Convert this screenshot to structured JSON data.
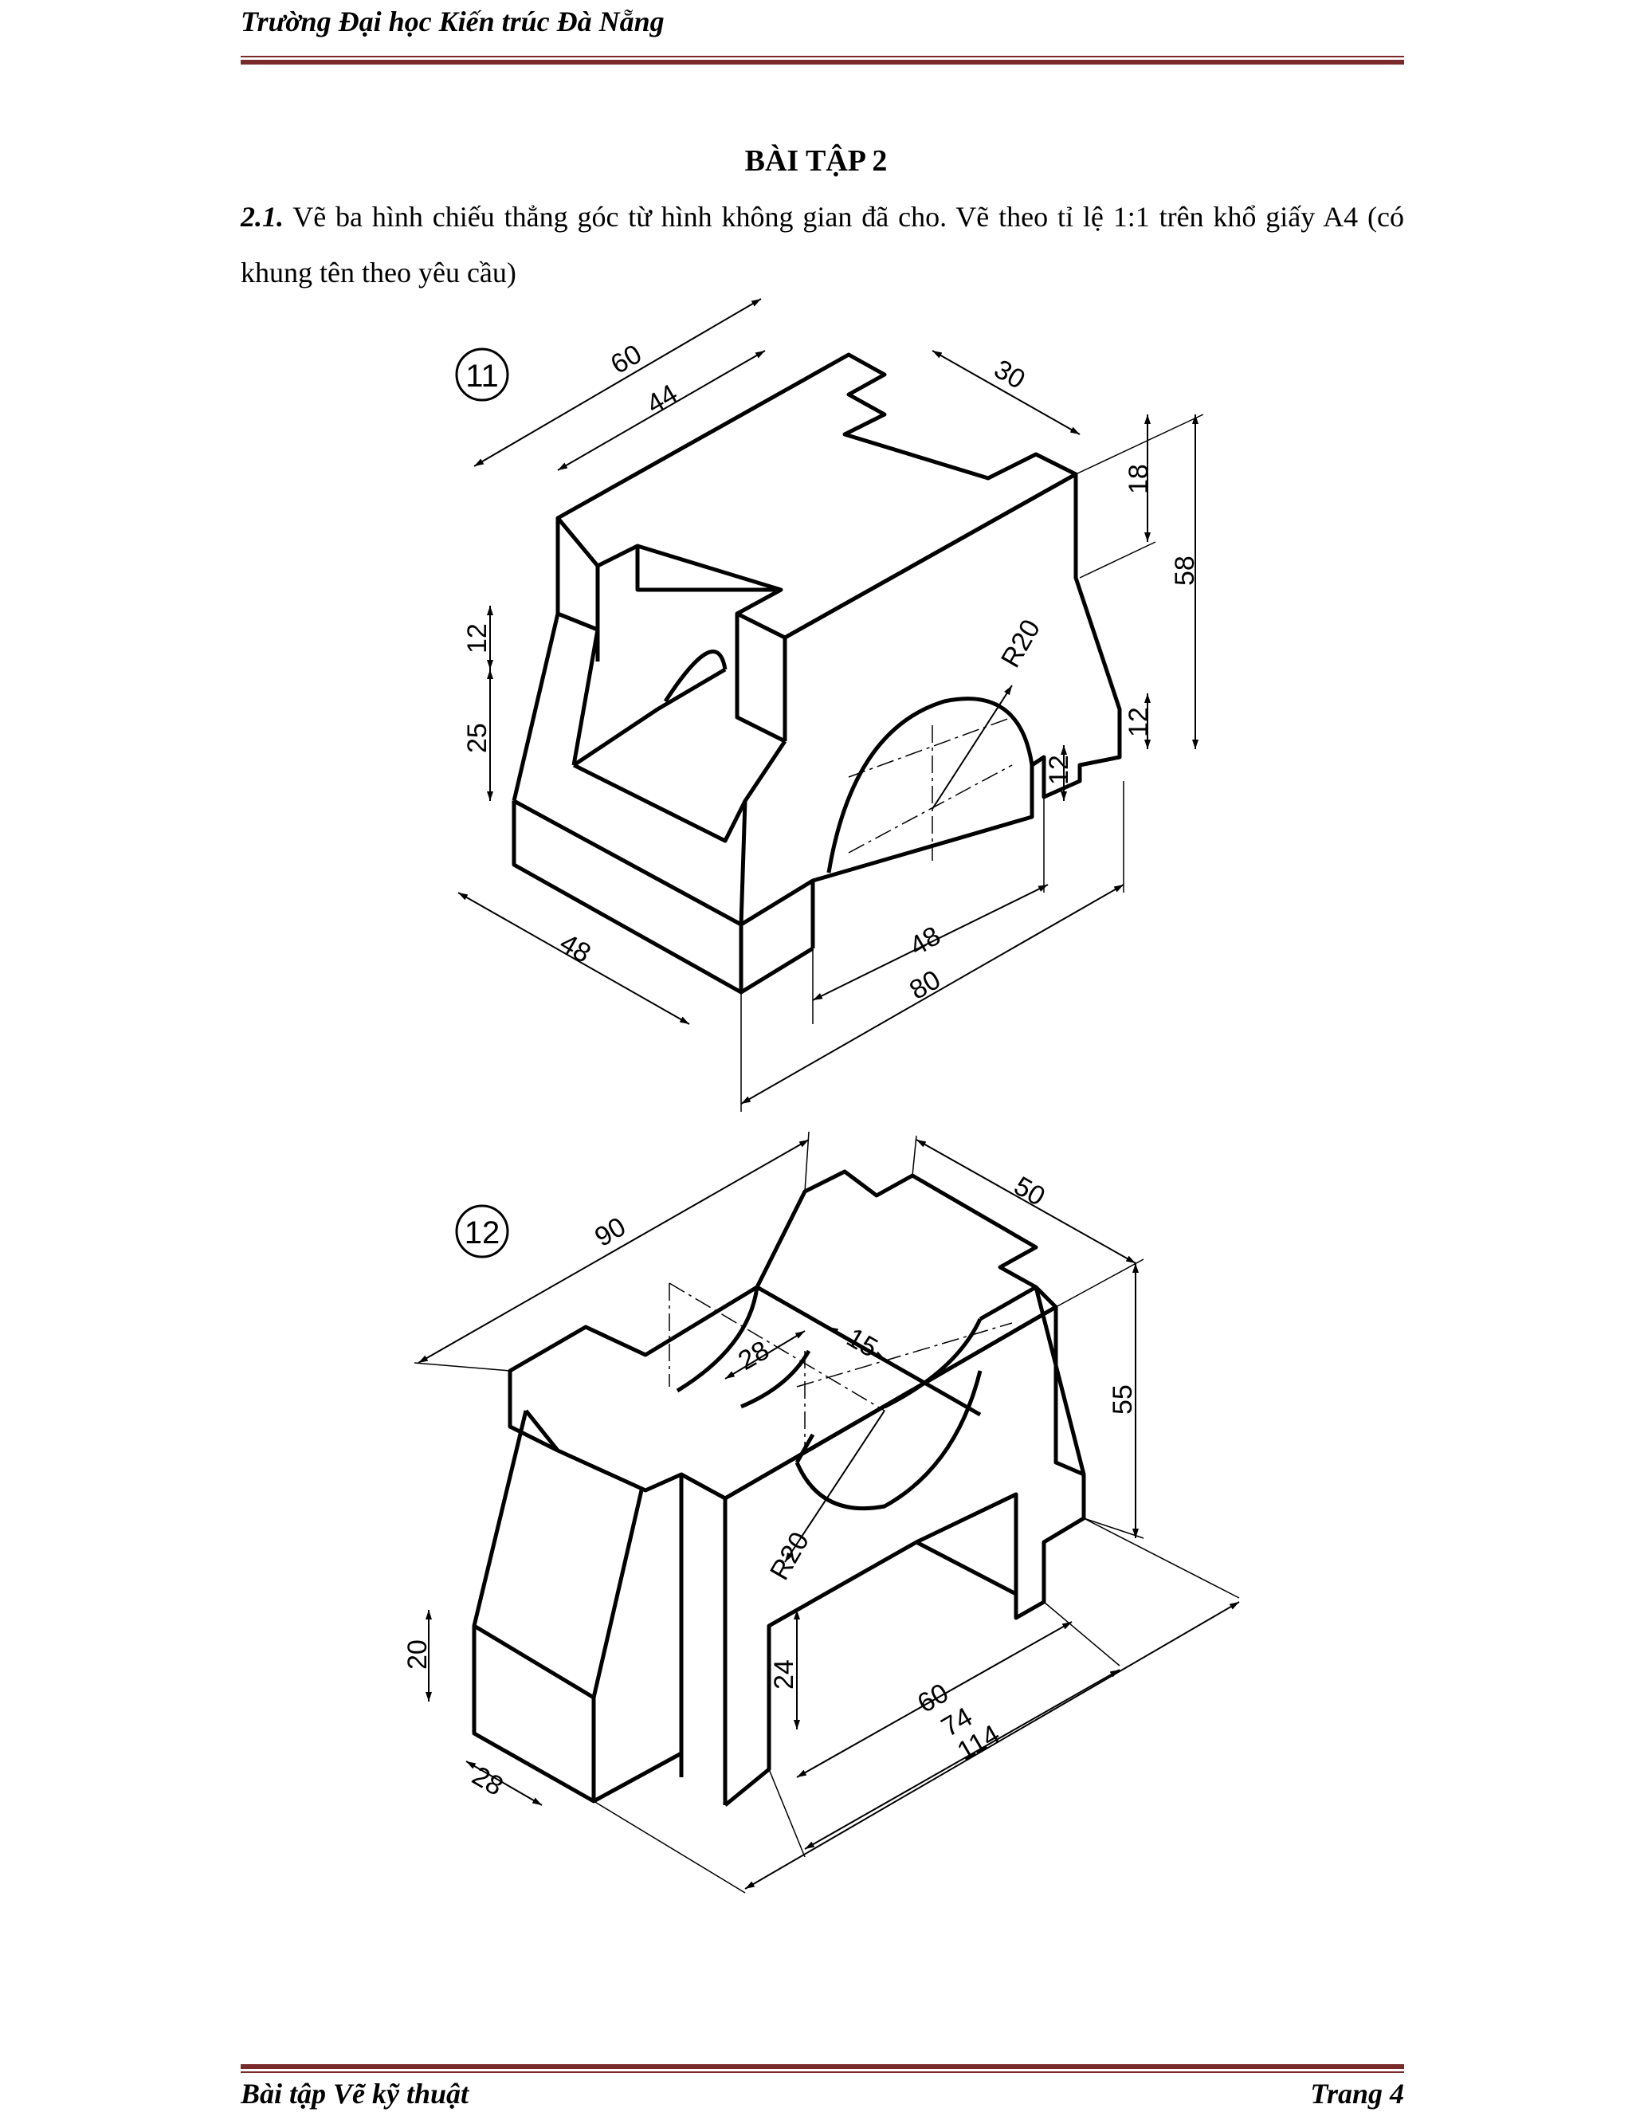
{
  "header": {
    "title": "Trường Đại học Kiến trúc Đà Nẵng"
  },
  "exercise": {
    "title": "BÀI TẬP 2",
    "number": "2.1.",
    "text": " Vẽ ba hình chiếu thẳng góc từ hình không gian đã cho. Vẽ theo tỉ lệ 1:1 trên khổ giấy A4 (có khung tên theo yêu cầu)"
  },
  "figure11": {
    "label": "11",
    "dims": {
      "d60": "60",
      "d44": "44",
      "d30": "30",
      "d18": "18",
      "d58": "58",
      "d12a": "12",
      "d12b": "12",
      "d12c": "12",
      "d25": "25",
      "r20": "R20",
      "d48a": "48",
      "d48b": "48",
      "d80": "80"
    }
  },
  "figure12": {
    "label": "12",
    "dims": {
      "d90": "90",
      "d50": "50",
      "d55": "55",
      "d28a": "28",
      "d15": "15",
      "r20": "R20",
      "d20": "20",
      "d24": "24",
      "d28b": "28",
      "d60": "60",
      "d74": "74",
      "d114": "114"
    }
  },
  "footer": {
    "left": "Bài tập Vẽ kỹ thuật",
    "right": "Trang 4"
  }
}
